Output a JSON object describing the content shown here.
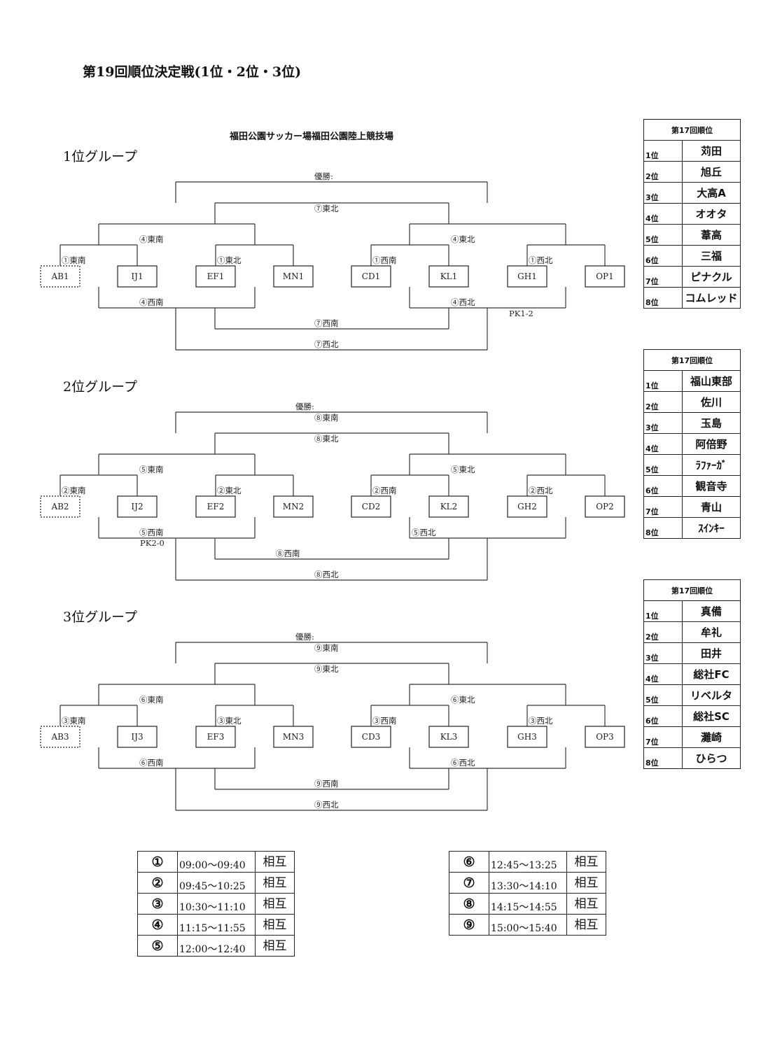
{
  "title": "第19回順位決定戦(1位・2位・3位)",
  "venue": "福田公園サッカー場福田公園陸上競技場",
  "groups": [
    {
      "label": "1位グループ",
      "teams": [
        "AB1",
        "IJ1",
        "EF1",
        "MN1",
        "CD1",
        "KL1",
        "GH1",
        "OP1"
      ],
      "r1": [
        "①東南",
        "①東北",
        "①西南",
        "①西北"
      ],
      "r2_top": [
        "④東南",
        "④東北"
      ],
      "r2_bottom": [
        "④西南",
        "④西北"
      ],
      "final_top": "⑦東北",
      "final_champion": "優勝:",
      "final_champion_match": "",
      "bottom_inner": "⑦西南",
      "bottom_outer": "⑦西北",
      "notes": [
        "PK1-2"
      ]
    },
    {
      "label": "2位グループ",
      "teams": [
        "AB2",
        "IJ2",
        "EF2",
        "MN2",
        "CD2",
        "KL2",
        "GH2",
        "OP2"
      ],
      "r1": [
        "②東南",
        "②東北",
        "②西南",
        "②西北"
      ],
      "r2_top": [
        "⑤東南",
        "⑤東北"
      ],
      "r2_bottom": [
        "⑤西南",
        "⑤西北"
      ],
      "final_top": "⑧東北",
      "final_champion": "優勝:",
      "final_champion_match": "⑧東南",
      "bottom_inner": "⑧西南",
      "bottom_outer": "⑧西北",
      "notes": [
        "PK2-0"
      ]
    },
    {
      "label": "3位グループ",
      "teams": [
        "AB3",
        "IJ3",
        "EF3",
        "MN3",
        "CD3",
        "KL3",
        "GH3",
        "OP3"
      ],
      "r1": [
        "③東南",
        "③東北",
        "③西南",
        "③西北"
      ],
      "r2_top": [
        "⑥東南",
        "⑥東北"
      ],
      "r2_bottom": [
        "⑥西南",
        "⑥西北"
      ],
      "final_top": "⑨東北",
      "final_champion": "優勝:",
      "final_champion_match": "⑨東南",
      "bottom_inner": "⑨西南",
      "bottom_outer": "⑨西北",
      "notes": []
    }
  ],
  "rankings": [
    {
      "header": "第17回順位",
      "rows": [
        {
          "pos": "1位",
          "team": "苅田"
        },
        {
          "pos": "2位",
          "team": "旭丘"
        },
        {
          "pos": "3位",
          "team": "大高A"
        },
        {
          "pos": "4位",
          "team": "オオタ"
        },
        {
          "pos": "5位",
          "team": "葦高"
        },
        {
          "pos": "6位",
          "team": "三福"
        },
        {
          "pos": "7位",
          "team": "ピナクル"
        },
        {
          "pos": "8位",
          "team": "コムレッド"
        }
      ]
    },
    {
      "header": "第17回順位",
      "rows": [
        {
          "pos": "1位",
          "team": "福山東部"
        },
        {
          "pos": "2位",
          "team": "佐川"
        },
        {
          "pos": "3位",
          "team": "玉島"
        },
        {
          "pos": "4位",
          "team": "阿倍野"
        },
        {
          "pos": "5位",
          "team": "ﾗﾌｧｰｶﾞ"
        },
        {
          "pos": "6位",
          "team": "観音寺"
        },
        {
          "pos": "7位",
          "team": "青山"
        },
        {
          "pos": "8位",
          "team": "ｽｲﾝｷｰ"
        }
      ]
    },
    {
      "header": "第17回順位",
      "rows": [
        {
          "pos": "1位",
          "team": "真備"
        },
        {
          "pos": "2位",
          "team": "牟礼"
        },
        {
          "pos": "3位",
          "team": "田井"
        },
        {
          "pos": "4位",
          "team": "総社FC"
        },
        {
          "pos": "5位",
          "team": "リベルタ"
        },
        {
          "pos": "6位",
          "team": "総社SC"
        },
        {
          "pos": "7位",
          "team": "灘崎"
        },
        {
          "pos": "8位",
          "team": "ひらつ"
        }
      ]
    }
  ],
  "schedule_left": [
    {
      "num": "①",
      "time": "09:00～09:40",
      "kind": "相互"
    },
    {
      "num": "②",
      "time": "09:45～10:25",
      "kind": "相互"
    },
    {
      "num": "③",
      "time": "10:30～11:10",
      "kind": "相互"
    },
    {
      "num": "④",
      "time": "11:15～11:55",
      "kind": "相互"
    },
    {
      "num": "⑤",
      "time": "12:00～12:40",
      "kind": "相互"
    }
  ],
  "schedule_right": [
    {
      "num": "⑥",
      "time": "12:45～13:25",
      "kind": "相互"
    },
    {
      "num": "⑦",
      "time": "13:30～14:10",
      "kind": "相互"
    },
    {
      "num": "⑧",
      "time": "14:15～14:55",
      "kind": "相互"
    },
    {
      "num": "⑨",
      "time": "15:00～15:40",
      "kind": "相互"
    }
  ]
}
